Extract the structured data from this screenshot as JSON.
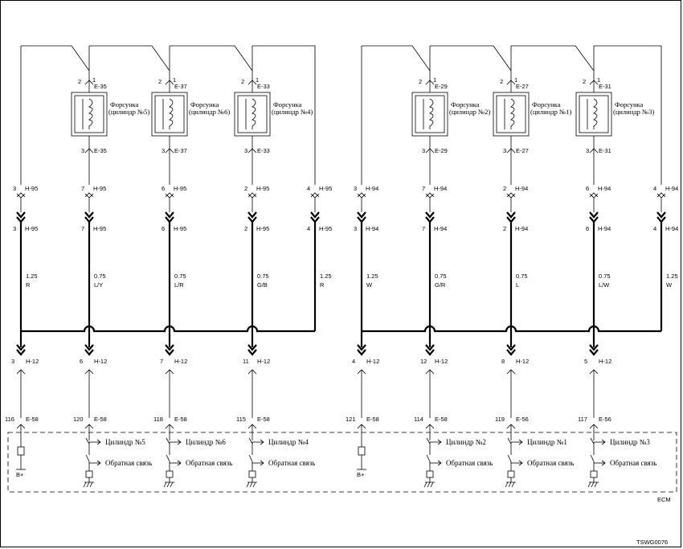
{
  "diagram_code": "TSWG0076",
  "ecm_label": "ECM",
  "bplus": "B+",
  "injector_label_1": "Форсунка",
  "cyl_label": "Цилиндр",
  "feedback_label": "Обратная связь",
  "channels": [
    {
      "inj_conn": "E-35",
      "cyl": "(цилиндр №5)",
      "h_conn": "H-95",
      "h_pin": "3",
      "wire_size": "1.25",
      "wire_color": "R",
      "h12_pin": "3",
      "ecm_pin": "116",
      "ecm_type": "bplus",
      "has_injector": false
    },
    {
      "inj_conn": "E-35",
      "cyl": "№5",
      "h_conn": "H-95",
      "h_pin": "7",
      "wire_size": "0.75",
      "wire_color": "L/Y",
      "h12_pin": "6",
      "ecm_pin": "120",
      "ecm_type": "cyl",
      "has_injector": true,
      "inj_text": "(цилиндр №5)"
    },
    {
      "inj_conn": "E-37",
      "cyl": "№6",
      "h_conn": "H-95",
      "h_pin": "6",
      "wire_size": "0.75",
      "wire_color": "L/R",
      "h12_pin": "7",
      "ecm_pin": "118",
      "ecm_type": "cyl",
      "has_injector": true,
      "inj_text": "(цилиндр №6)"
    },
    {
      "inj_conn": "E-33",
      "cyl": "№4",
      "h_conn": "H-95",
      "h_pin": "2",
      "wire_size": "0.75",
      "wire_color": "G/B",
      "h12_pin": "11",
      "ecm_pin": "115",
      "ecm_type": "cyl",
      "has_injector": true,
      "inj_text": "(цилиндр №4)"
    },
    {
      "inj_conn": "",
      "cyl": "",
      "h_conn": "H-95",
      "h_pin": "4",
      "wire_size": "1.25",
      "wire_color": "R",
      "h12_pin": "",
      "ecm_pin": "",
      "ecm_type": "none",
      "has_injector": false
    },
    {
      "inj_conn": "",
      "cyl": "",
      "h_conn": "H-94",
      "h_pin": "3",
      "wire_size": "1.25",
      "wire_color": "W",
      "h12_pin": "4",
      "ecm_pin": "121",
      "ecm_type": "bplus",
      "has_injector": false
    },
    {
      "inj_conn": "E-29",
      "cyl": "№2",
      "h_conn": "H-94",
      "h_pin": "7",
      "wire_size": "0.75",
      "wire_color": "G/R",
      "h12_pin": "12",
      "ecm_pin": "114",
      "ecm_type": "cyl",
      "has_injector": true,
      "inj_text": "(цилиндр №2)"
    },
    {
      "inj_conn": "E-27",
      "cyl": "№1",
      "h_conn": "H-94",
      "h_pin": "2",
      "wire_size": "0.75",
      "wire_color": "L",
      "h12_pin": "8",
      "ecm_pin": "119",
      "ecm_type": "cyl",
      "has_injector": true,
      "inj_text": "(цилиндр №1)"
    },
    {
      "inj_conn": "E-31",
      "cyl": "№3",
      "h_conn": "H-94",
      "h_pin": "6",
      "wire_size": "0.75",
      "wire_color": "L/W",
      "h12_pin": "5",
      "ecm_pin": "117",
      "ecm_type": "cyl",
      "has_injector": true,
      "inj_text": "(цилиндр №3)"
    },
    {
      "inj_conn": "",
      "cyl": "",
      "h_conn": "H-94",
      "h_pin": "4",
      "wire_size": "1.25",
      "wire_color": "W",
      "h12_pin": "",
      "ecm_pin": "",
      "ecm_type": "none",
      "has_injector": false
    }
  ],
  "connectors": {
    "h12": "H-12",
    "ecm": "E-58",
    "ecm_alt": "E-56"
  },
  "pins": {
    "one": "1",
    "two": "2",
    "three": "3"
  }
}
